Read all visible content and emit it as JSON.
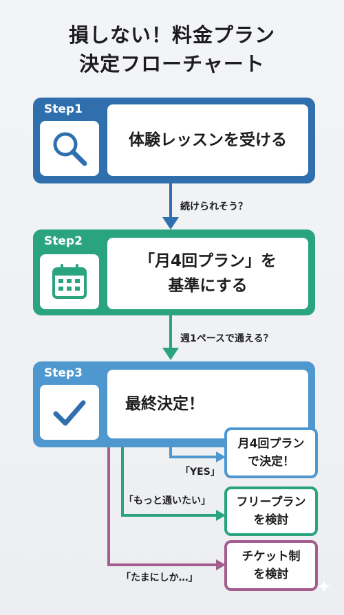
{
  "title": [
    "損しない！料金プラン",
    "決定フローチャート"
  ],
  "steps": [
    {
      "label": "Step1",
      "text": [
        "体験レッスンを受ける"
      ],
      "icon": "magnifier-icon",
      "color": "#2f6fae"
    },
    {
      "label": "Step2",
      "text": [
        "「月4回プラン」を",
        "基準にする"
      ],
      "icon": "calendar-icon",
      "color": "#2aa37f"
    },
    {
      "label": "Step3",
      "text": [
        "最終決定！"
      ],
      "icon": "checkmark-icon",
      "color": "#4f97cf"
    }
  ],
  "transitions": [
    "続けられそう？",
    "週1ペースで通える？"
  ],
  "outcomes": [
    {
      "condition": "「YES」",
      "text": [
        "月4回プラン",
        "で決定！"
      ],
      "color": "#4f97cf"
    },
    {
      "condition": "「もっと通いたい」",
      "text": [
        "フリープラン",
        "を検討"
      ],
      "color": "#2aa37f"
    },
    {
      "condition": "「たまにしか…」",
      "text": [
        "チケット制",
        "を検討"
      ],
      "color": "#a35d8e"
    }
  ]
}
